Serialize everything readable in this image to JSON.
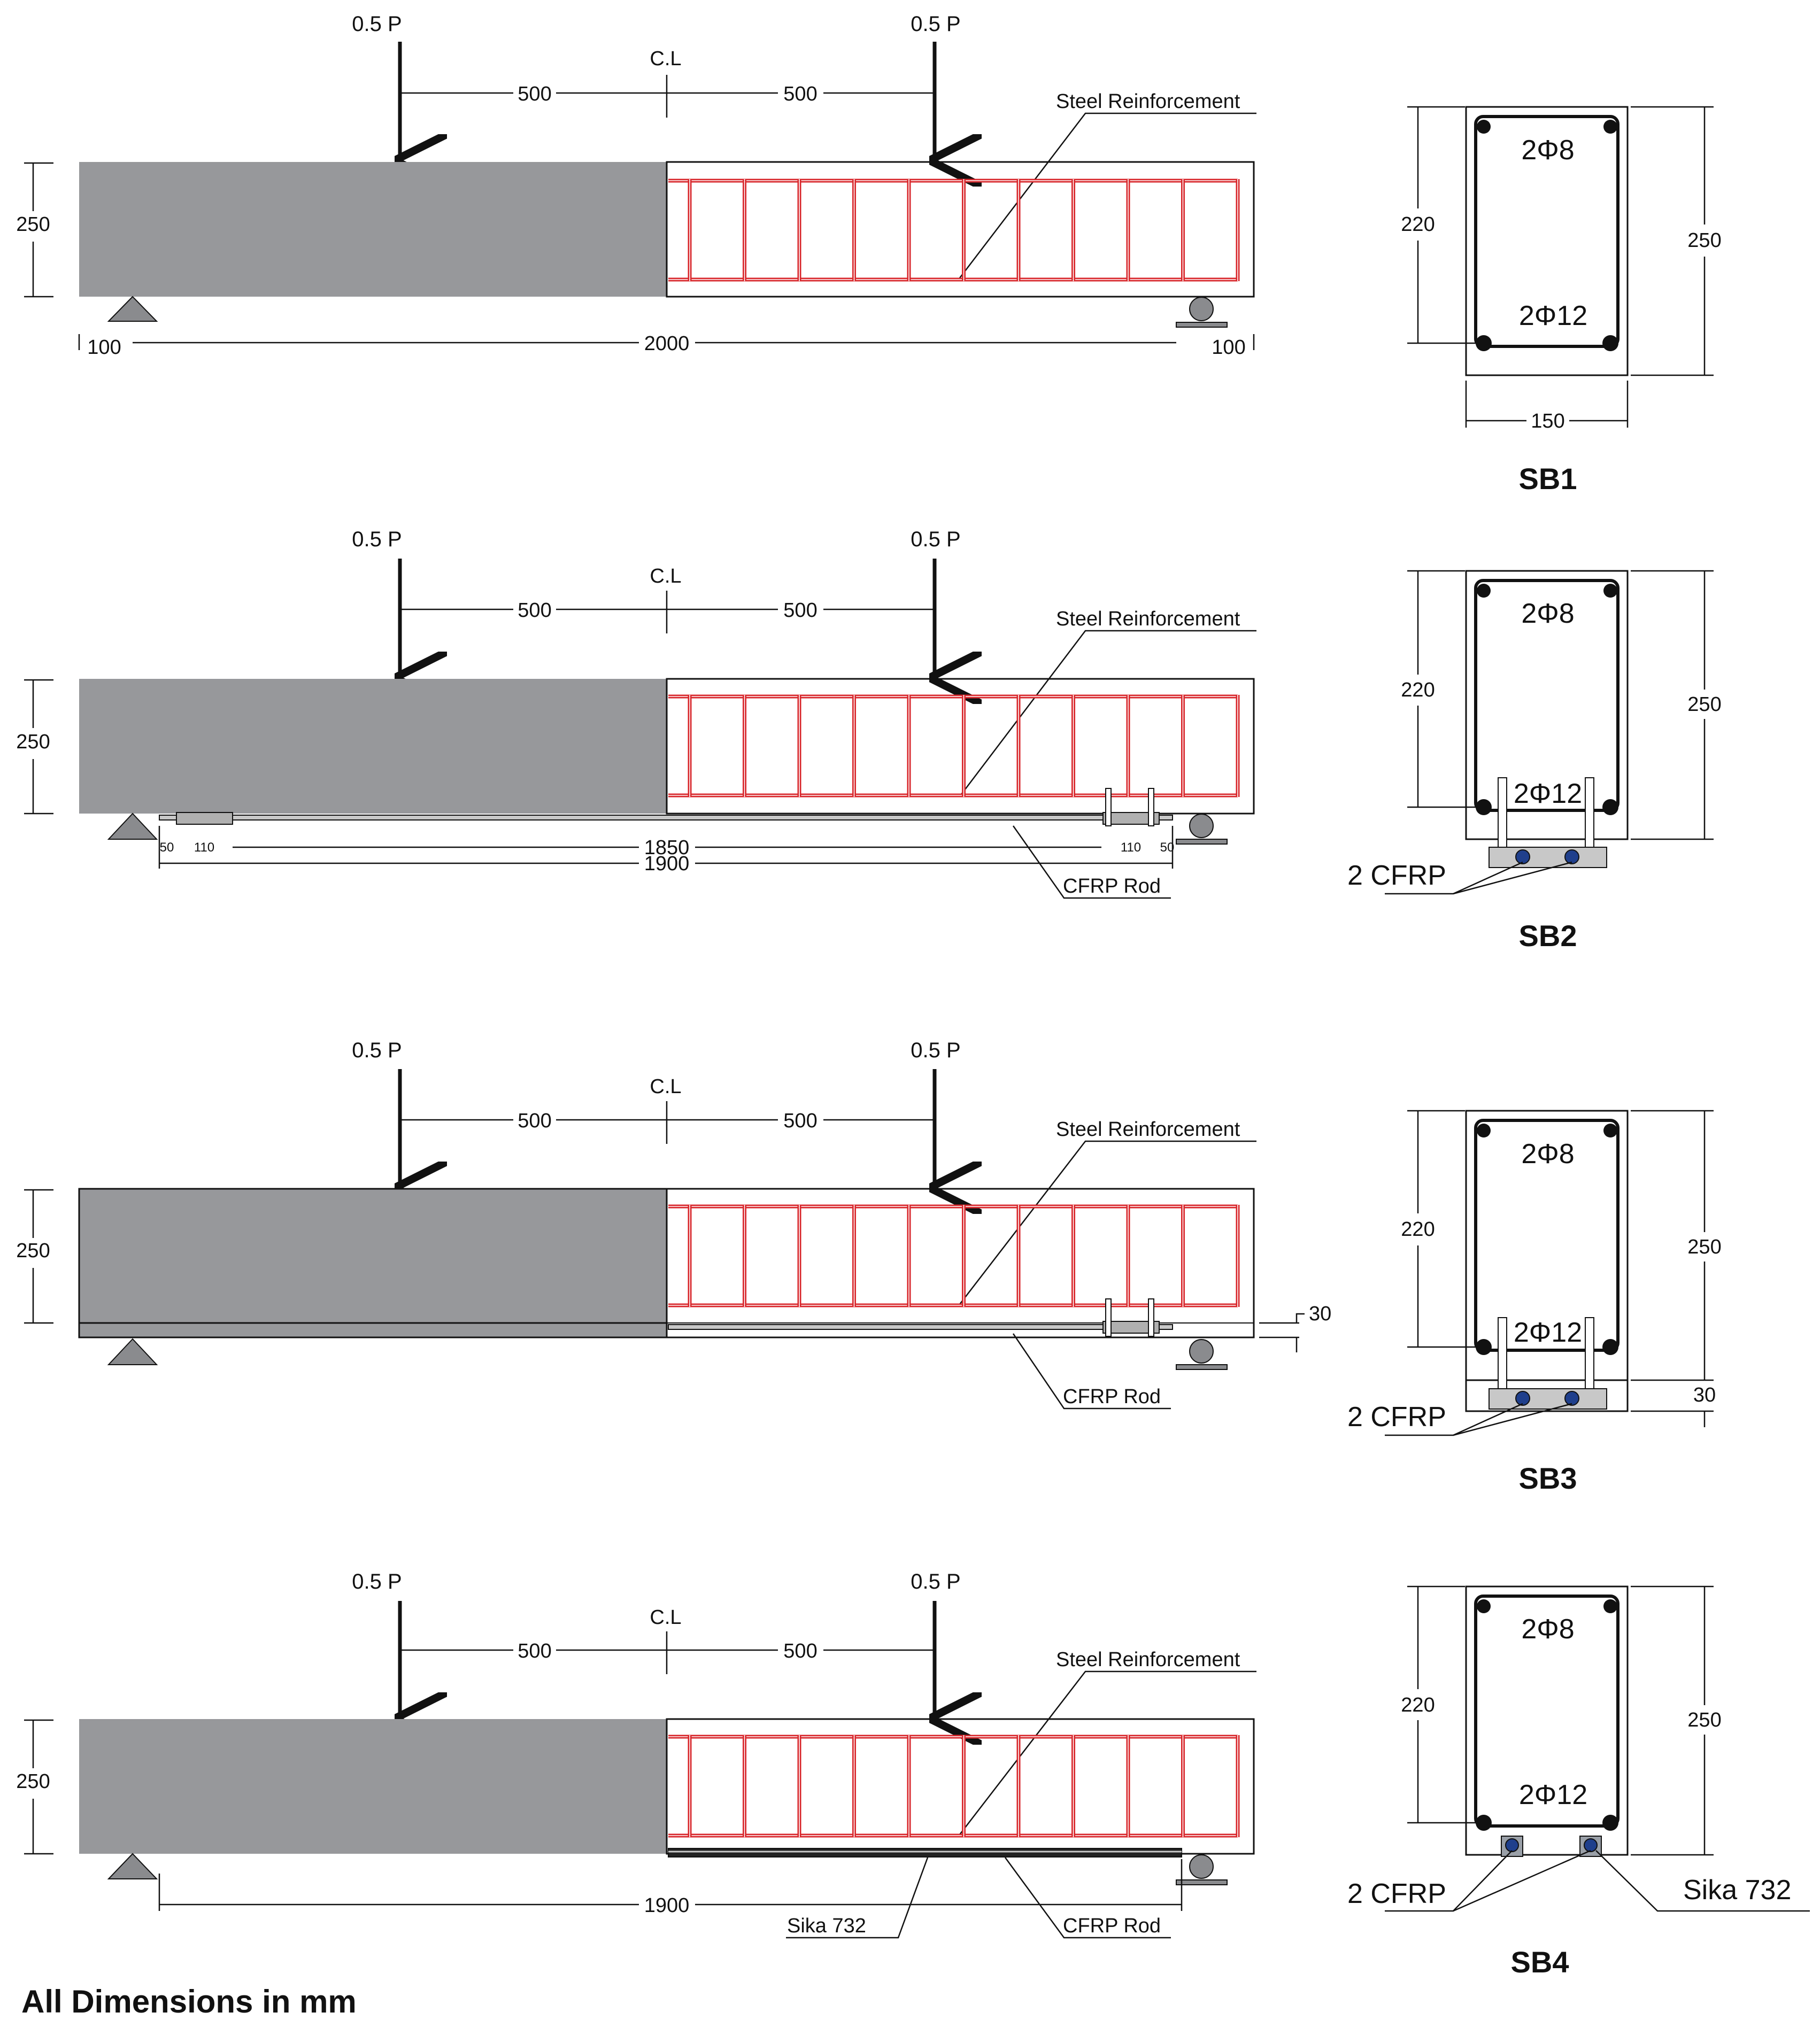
{
  "beams": [
    {
      "id": "SB1",
      "load_left": "0.5 P",
      "load_right": "0.5 P",
      "centerline": "C.L",
      "dim_left": "500",
      "dim_right": "500",
      "depth": "250",
      "steel_label": "Steel Reinforcement",
      "span": "2000",
      "overhang_left": "100",
      "overhang_right": "100",
      "section": {
        "top_bars": "2Φ8",
        "bottom_bars": "2Φ12",
        "inner_depth": "220",
        "depth": "250",
        "width": "150"
      }
    },
    {
      "id": "SB2",
      "load_left": "0.5 P",
      "load_right": "0.5 P",
      "centerline": "C.L",
      "dim_left": "500",
      "dim_right": "500",
      "depth": "250",
      "steel_label": "Steel Reinforcement",
      "rod_label": "CFRP Rod",
      "bonded_length": "1850",
      "rod_length": "1900",
      "end_a": "50",
      "end_b": "110",
      "section": {
        "top_bars": "2Φ8",
        "bottom_bars": "2Φ12",
        "inner_depth": "220",
        "depth": "250",
        "frp_label": "2 CFRP"
      }
    },
    {
      "id": "SB3",
      "load_left": "0.5 P",
      "load_right": "0.5 P",
      "centerline": "C.L",
      "dim_left": "500",
      "dim_right": "500",
      "depth": "250",
      "layer": "30",
      "steel_label": "Steel Reinforcement",
      "rod_label": "CFRP Rod",
      "section": {
        "top_bars": "2Φ8",
        "bottom_bars": "2Φ12",
        "inner_depth": "220",
        "depth": "250",
        "layer": "30",
        "frp_label": "2 CFRP"
      }
    },
    {
      "id": "SB4",
      "load_left": "0.5 P",
      "load_right": "0.5 P",
      "centerline": "C.L",
      "dim_left": "500",
      "dim_right": "500",
      "depth": "250",
      "steel_label": "Steel Reinforcement",
      "rod_label": "CFRP Rod",
      "adhesive_label": "Sika 732",
      "rod_length": "1900",
      "section": {
        "top_bars": "2Φ8",
        "bottom_bars": "2Φ12",
        "inner_depth": "220",
        "depth": "250",
        "frp_label": "2 CFRP",
        "adhesive_label": "Sika 732"
      }
    }
  ],
  "footer": "All Dimensions in mm",
  "colors": {
    "concrete": "#97989b",
    "stirrup": "#d8262b",
    "frp": "#1f3f8c",
    "line": "#111111",
    "plate": "#c8c8c8"
  }
}
